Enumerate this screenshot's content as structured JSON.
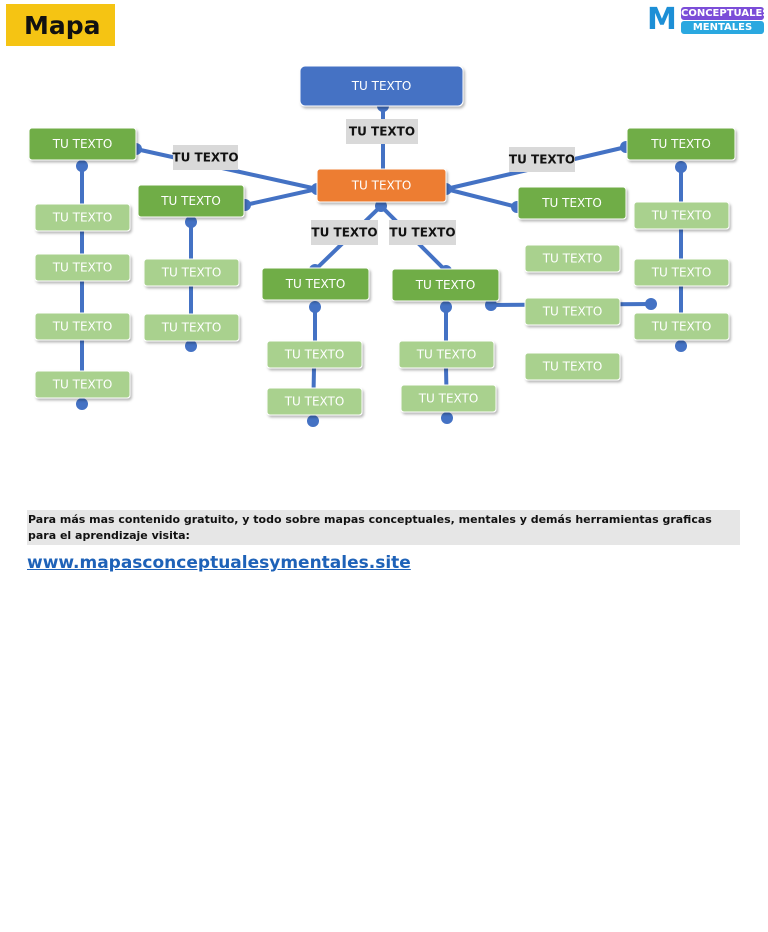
{
  "header": {
    "title": "Mapa",
    "logo": {
      "mark": "M",
      "line1": "CONCEPTUALES",
      "line2": "MENTALES",
      "colors": {
        "mark": "#1d8fd6",
        "line1": "#7b4dd8",
        "line2": "#2aa8e0"
      }
    }
  },
  "diagram": {
    "type": "concept-map",
    "colors": {
      "root": "#4472c4",
      "center": "#ed7d31",
      "level1": "#70ad47",
      "level2": "#a9d18e",
      "label": "#d9d9d9",
      "connector": "#4472c4"
    },
    "nodes": [
      {
        "id": "root",
        "text": "TU TEXTO",
        "style": "root"
      },
      {
        "id": "center",
        "text": "TU TEXTO",
        "style": "center"
      },
      {
        "id": "lbl-root",
        "text": "TU TEXTO",
        "style": "label"
      },
      {
        "id": "lbl-left",
        "text": "TU TEXTO",
        "style": "label"
      },
      {
        "id": "lbl-right",
        "text": "TU TEXTO",
        "style": "label"
      },
      {
        "id": "lbl-down-left",
        "text": "TU TEXTO",
        "style": "label"
      },
      {
        "id": "lbl-down-right",
        "text": "TU TEXTO",
        "style": "label"
      },
      {
        "id": "left-outer",
        "text": "TU TEXTO",
        "style": "level1"
      },
      {
        "id": "left-inner",
        "text": "TU TEXTO",
        "style": "level1"
      },
      {
        "id": "bottom-left",
        "text": "TU TEXTO",
        "style": "level1"
      },
      {
        "id": "bottom-right",
        "text": "TU TEXTO",
        "style": "level1"
      },
      {
        "id": "right-inner",
        "text": "TU TEXTO",
        "style": "level1"
      },
      {
        "id": "right-outer",
        "text": "TU TEXTO",
        "style": "level1"
      },
      {
        "id": "lo-1",
        "text": "TU TEXTO",
        "style": "level2"
      },
      {
        "id": "lo-2",
        "text": "TU TEXTO",
        "style": "level2"
      },
      {
        "id": "lo-3",
        "text": "TU TEXTO",
        "style": "level2"
      },
      {
        "id": "lo-4",
        "text": "TU TEXTO",
        "style": "level2"
      },
      {
        "id": "li-1",
        "text": "TU TEXTO",
        "style": "level2"
      },
      {
        "id": "li-2",
        "text": "TU TEXTO",
        "style": "level2"
      },
      {
        "id": "bl-1",
        "text": "TU TEXTO",
        "style": "level2"
      },
      {
        "id": "bl-2",
        "text": "TU TEXTO",
        "style": "level2"
      },
      {
        "id": "br-1",
        "text": "TU TEXTO",
        "style": "level2"
      },
      {
        "id": "br-2",
        "text": "TU TEXTO",
        "style": "level2"
      },
      {
        "id": "ri-1",
        "text": "TU TEXTO",
        "style": "level2"
      },
      {
        "id": "ri-2",
        "text": "TU TEXTO",
        "style": "level2"
      },
      {
        "id": "ri-3",
        "text": "TU TEXTO",
        "style": "level2"
      },
      {
        "id": "ro-1",
        "text": "TU TEXTO",
        "style": "level2"
      },
      {
        "id": "ro-2",
        "text": "TU TEXTO",
        "style": "level2"
      },
      {
        "id": "ro-3",
        "text": "TU TEXTO",
        "style": "level2"
      }
    ],
    "edges": [
      {
        "from": "root",
        "to": "center"
      },
      {
        "from": "center",
        "to": "left-outer"
      },
      {
        "from": "center",
        "to": "left-inner"
      },
      {
        "from": "center",
        "to": "right-outer"
      },
      {
        "from": "center",
        "to": "right-inner"
      },
      {
        "from": "center",
        "to": "bottom-left"
      },
      {
        "from": "center",
        "to": "bottom-right"
      },
      {
        "from": "left-outer",
        "to": "lo-1"
      },
      {
        "from": "lo-1",
        "to": "lo-2"
      },
      {
        "from": "lo-2",
        "to": "lo-3"
      },
      {
        "from": "lo-3",
        "to": "lo-4"
      },
      {
        "from": "left-inner",
        "to": "li-1"
      },
      {
        "from": "li-1",
        "to": "li-2"
      },
      {
        "from": "bottom-left",
        "to": "bl-1"
      },
      {
        "from": "bl-1",
        "to": "bl-2"
      },
      {
        "from": "bottom-right",
        "to": "br-1"
      },
      {
        "from": "br-1",
        "to": "br-2"
      },
      {
        "from": "bottom-right",
        "to": "ro-3"
      },
      {
        "from": "right-outer",
        "to": "ro-1"
      },
      {
        "from": "ro-1",
        "to": "ro-2"
      },
      {
        "from": "ro-2",
        "to": "ro-3"
      }
    ]
  },
  "footer": {
    "text": "Para más mas contenido gratuito, y todo sobre mapas conceptuales, mentales y demás herramientas graficas para el aprendizaje visita:",
    "link": "www.mapasconceptualesymentales.site"
  }
}
